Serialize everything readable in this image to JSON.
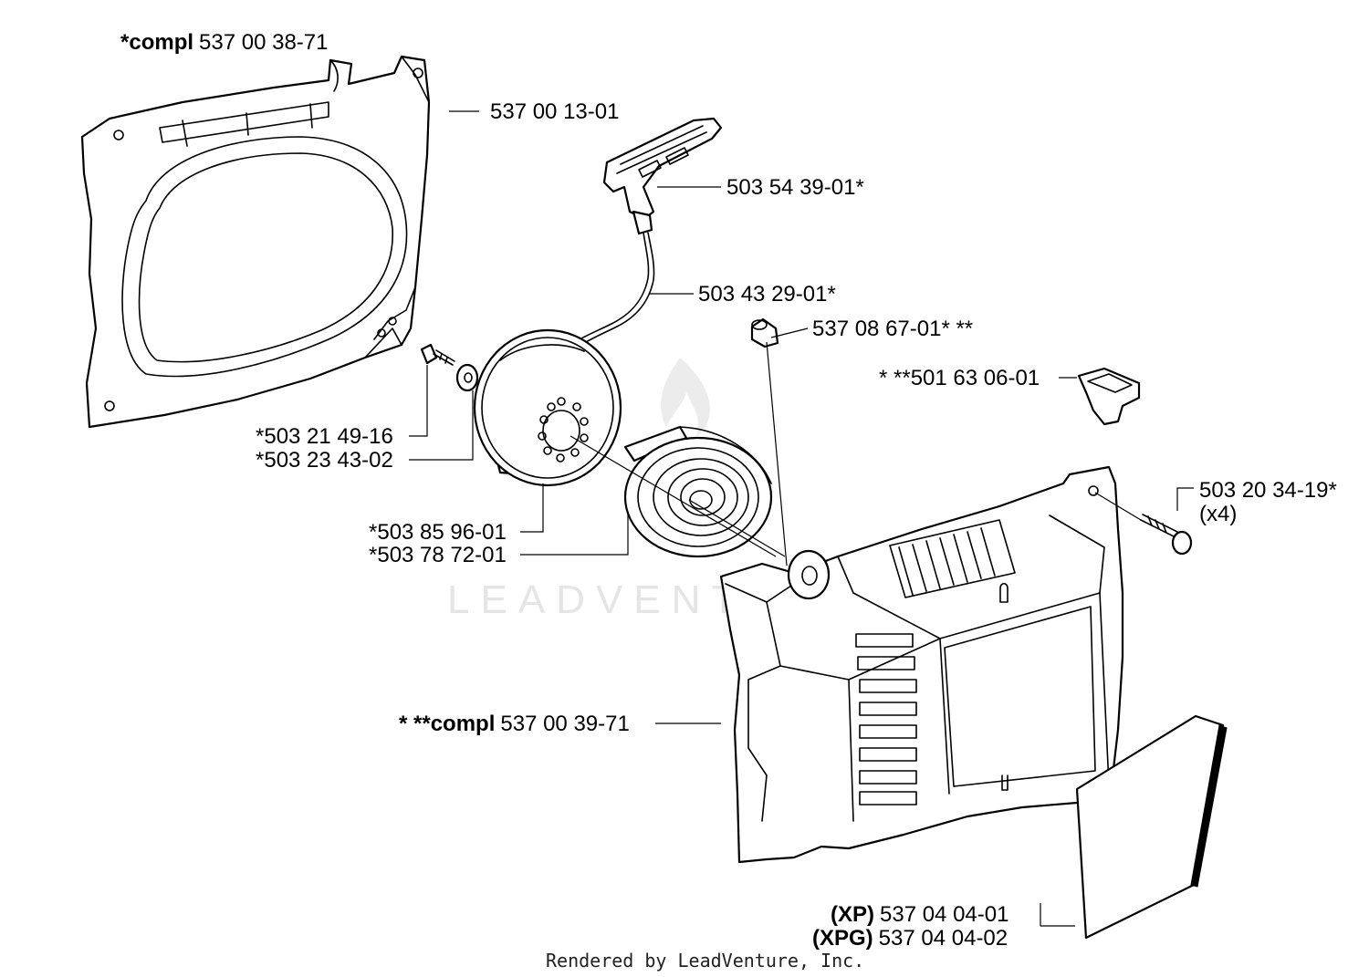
{
  "watermark": "LEADVENTURE",
  "credit": "Rendered by LeadVenture, Inc.",
  "labels": {
    "fan_housing_compl": {
      "prefix": "*compl",
      "number": "537 00 38-71"
    },
    "fan_housing": {
      "number": "537 00 13-01"
    },
    "starter_handle": {
      "number": "503 54 39-01*"
    },
    "starter_rope": {
      "number": "503 43 29-01*"
    },
    "bushing": {
      "number": "537 08 67-01* **"
    },
    "plug": {
      "number": "* **501 63 06-01"
    },
    "screw_small": {
      "number": "*503 21 49-16"
    },
    "washer": {
      "number": "*503 23 43-02"
    },
    "rope_pulley": {
      "number": "*503 85 96-01"
    },
    "recoil_spring": {
      "number": "*503 78 72-01"
    },
    "cover_screw": {
      "number": "503 20 34-19*",
      "qty": "(x4)"
    },
    "starter_cover_compl": {
      "prefix": "* **compl",
      "number": "537 00 39-71"
    },
    "decal_xp": {
      "prefix": "(XP)",
      "number": "537 04 04-01"
    },
    "decal_xpg": {
      "prefix": "(XPG)",
      "number": "537 04 04-02"
    }
  }
}
